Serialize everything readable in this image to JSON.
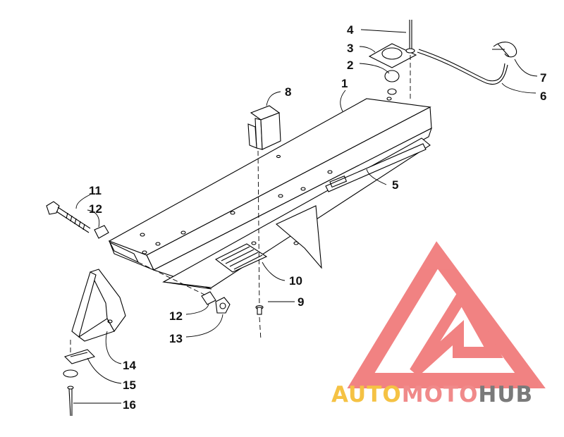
{
  "callouts": {
    "c1": "1",
    "c2": "2",
    "c3": "3",
    "c4": "4",
    "c5": "5",
    "c6": "6",
    "c7": "7",
    "c8": "8",
    "c9": "9",
    "c10": "10",
    "c11": "11",
    "c12a": "12",
    "c12b": "12",
    "c13": "13",
    "c14": "14",
    "c15": "15",
    "c16": "16"
  },
  "watermark": {
    "part1": "AUTO",
    "part2": "MOTO",
    "part3": "HUB",
    "color_auto": "#f5c244",
    "color_moto": "#f08a8a",
    "color_hub": "#7a7a7a",
    "logo_color": "#f07575"
  }
}
